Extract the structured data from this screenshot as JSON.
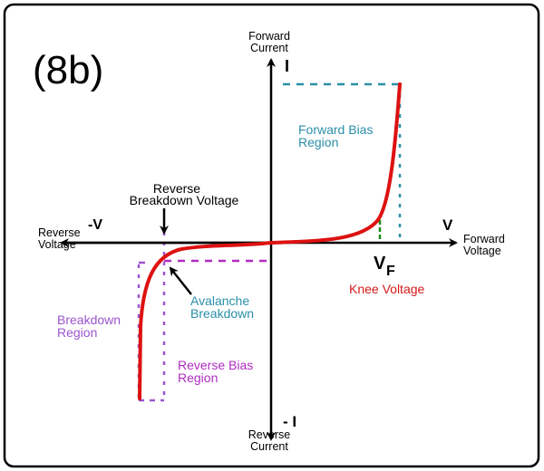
{
  "figure_label": "(8b)",
  "axes": {
    "y_top_title": [
      "Forward",
      "Current"
    ],
    "y_top_symbol": "I",
    "y_bottom_title": [
      "Reverse",
      "Current"
    ],
    "y_bottom_symbol": "- I",
    "x_right_title": [
      "Forward",
      "Voltage"
    ],
    "x_right_symbol": "V",
    "x_left_title": [
      "Reverse",
      "Voltage"
    ],
    "x_left_symbol": "-V"
  },
  "annotations": {
    "reverse_breakdown_voltage": [
      "Reverse",
      "Breakdown Voltage"
    ],
    "avalanche_breakdown": [
      "Avalanche",
      "Breakdown"
    ],
    "breakdown_region": [
      "Breakdown",
      "Region"
    ],
    "reverse_bias_region": [
      "Reverse Bias",
      "Region"
    ],
    "forward_bias_region": [
      "Forward Bias",
      "Region"
    ],
    "vf_main": "V",
    "vf_sub": "F",
    "knee_voltage": "Knee Voltage"
  },
  "colors": {
    "curve": "#dd1111",
    "forward": "#2a8fa8",
    "reverse": "#b02cc0",
    "breakdown": "#9b55d0",
    "knee": "#d41818",
    "knee_marker": "#1a8a1a"
  }
}
